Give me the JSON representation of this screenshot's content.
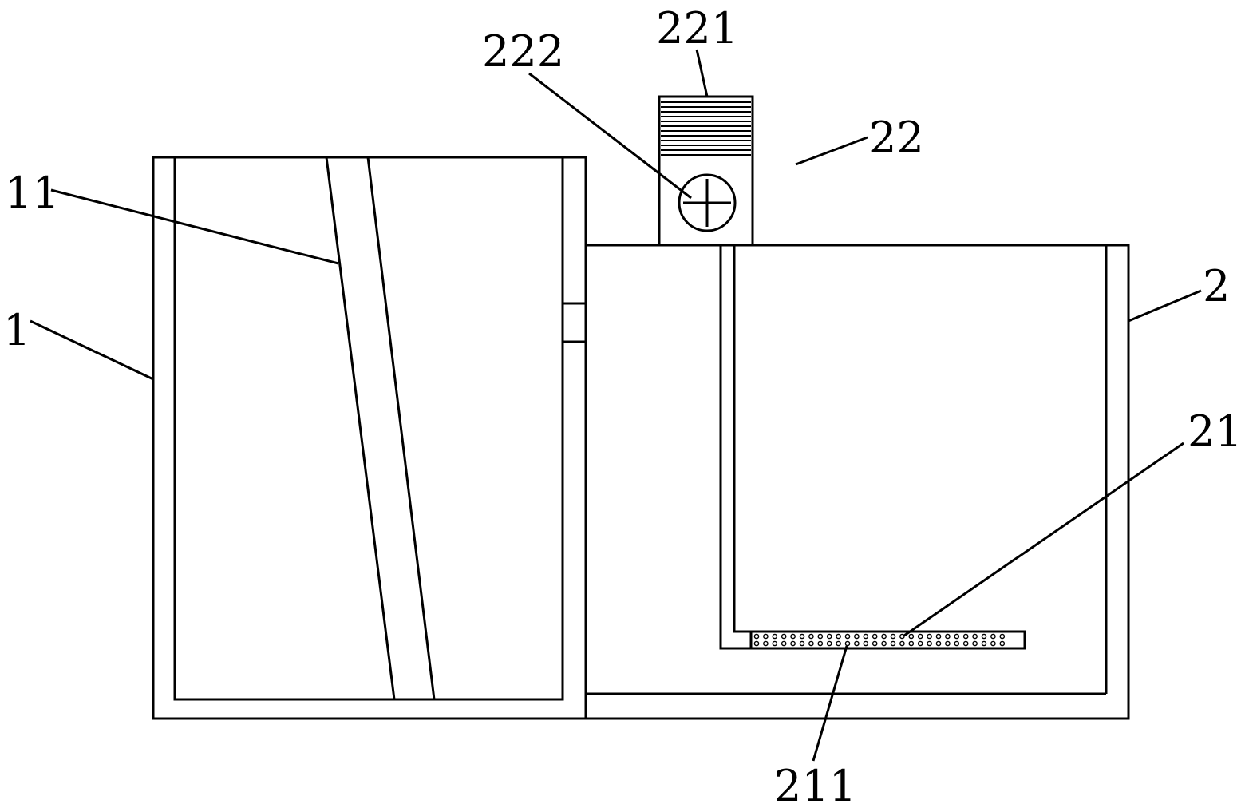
{
  "figure": {
    "labels": {
      "l1": "1",
      "l11": "11",
      "l2": "2",
      "l21": "21",
      "l211": "211",
      "l22": "22",
      "l221": "221",
      "l222": "222"
    },
    "colors": {
      "line": "#000000",
      "background": "#ffffff"
    }
  }
}
